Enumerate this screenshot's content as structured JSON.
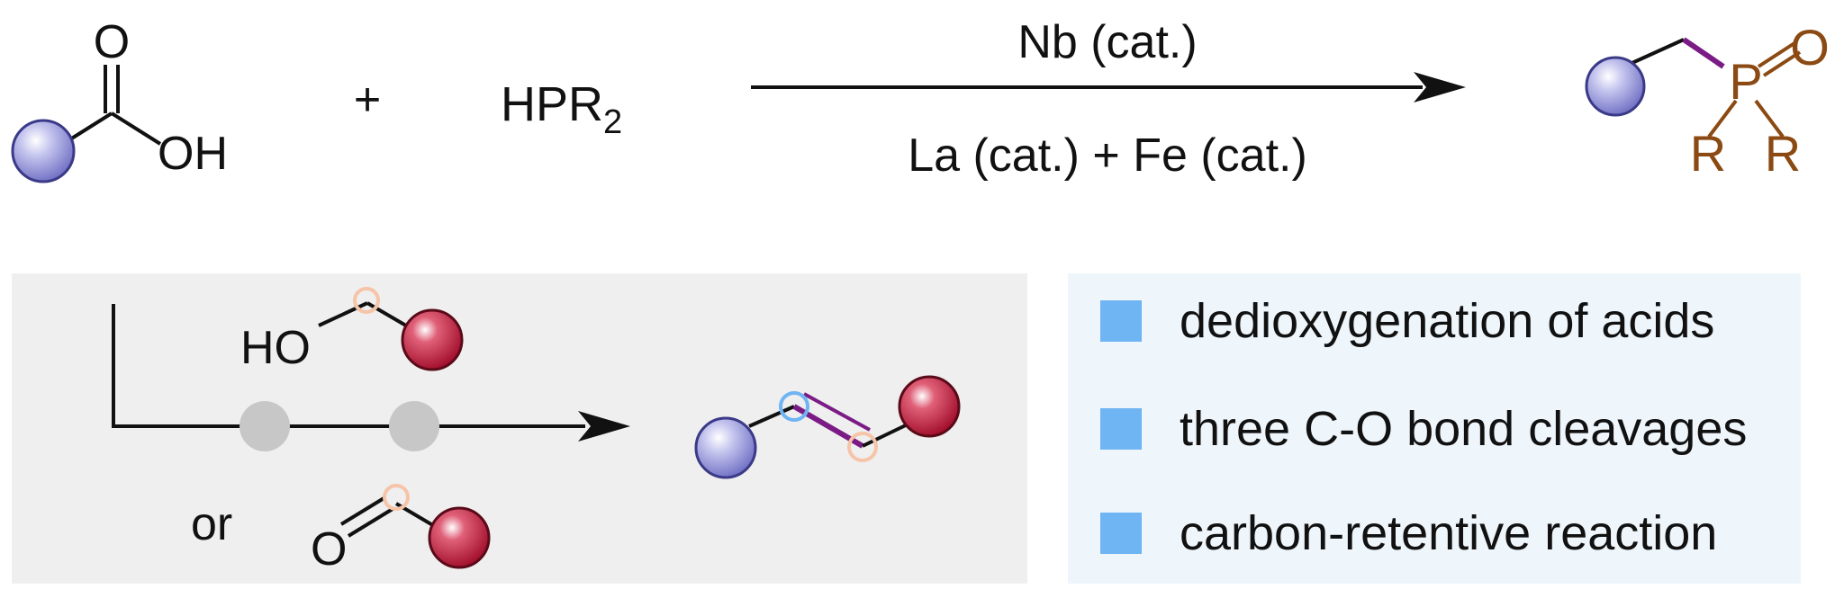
{
  "colors": {
    "blue_sphere": "#8e8ed8",
    "red_sphere": "#b0102e",
    "phosphorus": "#8b4a13",
    "bond_purple": "#7a1b86",
    "bullet": "#6fb4f3",
    "left_panel_bg": "#efefef",
    "right_panel_bg": "#eef5fb",
    "gray_node": "#c7c7c7"
  },
  "reaction": {
    "acid": {
      "o_label": "O",
      "oh_label": "OH"
    },
    "plus": "+",
    "reagent": {
      "main": "HPR",
      "sub": "2"
    },
    "arrow": {
      "above": "Nb (cat.)",
      "below": "La (cat.) + Fe (cat.)"
    },
    "product": {
      "p_label": "P",
      "o_label": "O",
      "r1_label": "R",
      "r2_label": "R"
    }
  },
  "mechanism": {
    "alcohol_label": "HO",
    "or_label": "or",
    "aldehyde_o_label": "O"
  },
  "features": [
    "dedioxygenation of acids",
    "three C-O bond cleavages",
    "carbon-retentive reaction"
  ],
  "icons": {
    "bullet": "square-bullet-icon",
    "substituent": "sphere-substituent-icon"
  }
}
